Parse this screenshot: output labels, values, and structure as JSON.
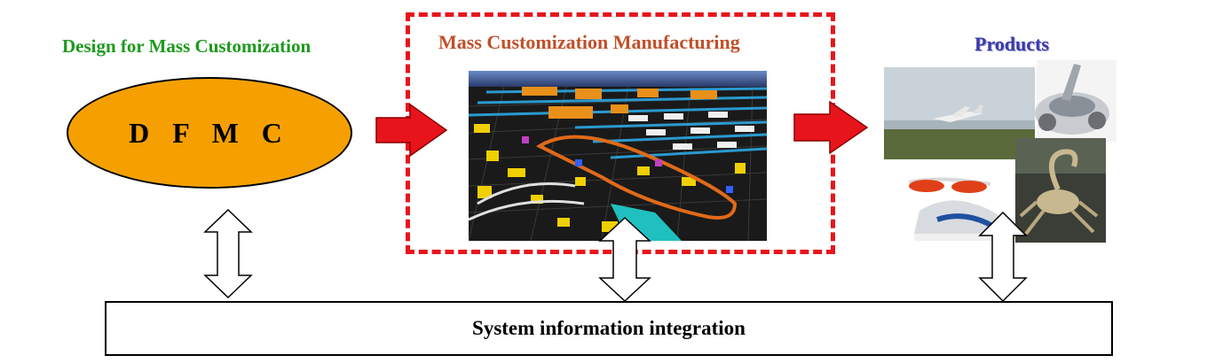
{
  "labels": {
    "design": "Design for Mass Customization",
    "dfmc": "D F M C",
    "manufacturing": "Mass Customization Manufacturing",
    "products": "Products",
    "system": "System information integration"
  },
  "colors": {
    "design_label": "#1c9a1c",
    "manufacturing_label": "#c0502a",
    "products_label": "#3a3aa8",
    "ellipse_fill": "#f5a000",
    "dashed_frame": "#e8141c",
    "flow_arrow": "#e8141c"
  },
  "images": {
    "factory": "factory-simulation-image",
    "products": [
      "airplane-photo",
      "concept-car-photo",
      "sunglasses-photo",
      "sneaker-photo",
      "scorpion-gadget-photo"
    ]
  }
}
